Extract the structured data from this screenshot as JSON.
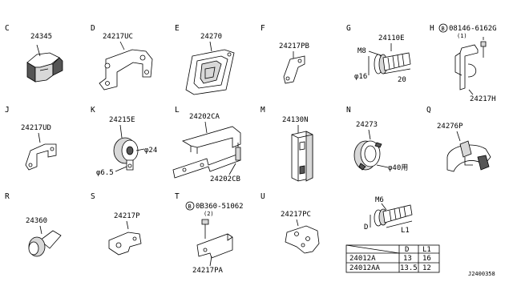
{
  "cells": [
    {
      "letter": "C",
      "parts": [
        "24345"
      ]
    },
    {
      "letter": "D",
      "parts": [
        "24217UC"
      ]
    },
    {
      "letter": "E",
      "parts": [
        "24270"
      ]
    },
    {
      "letter": "F",
      "parts": [
        "24217PB"
      ]
    },
    {
      "letter": "G",
      "parts": [
        "24110E",
        "M8",
        "φ16",
        "20"
      ]
    },
    {
      "letter": "H",
      "parts": [
        "08146-6162G",
        "(1)",
        "24217H"
      ]
    },
    {
      "letter": "J",
      "parts": [
        "24217UD"
      ]
    },
    {
      "letter": "K",
      "parts": [
        "24215E",
        "φ24",
        "φ6.5"
      ]
    },
    {
      "letter": "L",
      "parts": [
        "24202CA",
        "24202CB"
      ]
    },
    {
      "letter": "M",
      "parts": [
        "24130N"
      ]
    },
    {
      "letter": "N",
      "parts": [
        "24273",
        "φ40用"
      ]
    },
    {
      "letter": "Q",
      "parts": [
        "24276P"
      ]
    },
    {
      "letter": "R",
      "parts": [
        "24360"
      ]
    },
    {
      "letter": "S",
      "parts": [
        "24217P"
      ]
    },
    {
      "letter": "T",
      "parts": [
        "0B360-51062",
        "(2)",
        "24217PA"
      ]
    },
    {
      "letter": "U",
      "parts": [
        "24217PC"
      ]
    }
  ],
  "bolt_callout": {
    "thread": "M6",
    "dim_d": "D",
    "dim_l": "L1"
  },
  "spec_table": {
    "headers": [
      "",
      "D",
      "L1"
    ],
    "rows": [
      [
        "24012A",
        "13",
        "16"
      ],
      [
        "24012AA",
        "13.5",
        "12"
      ]
    ]
  },
  "circled_letter": "B",
  "diagram_code": "J2400358"
}
